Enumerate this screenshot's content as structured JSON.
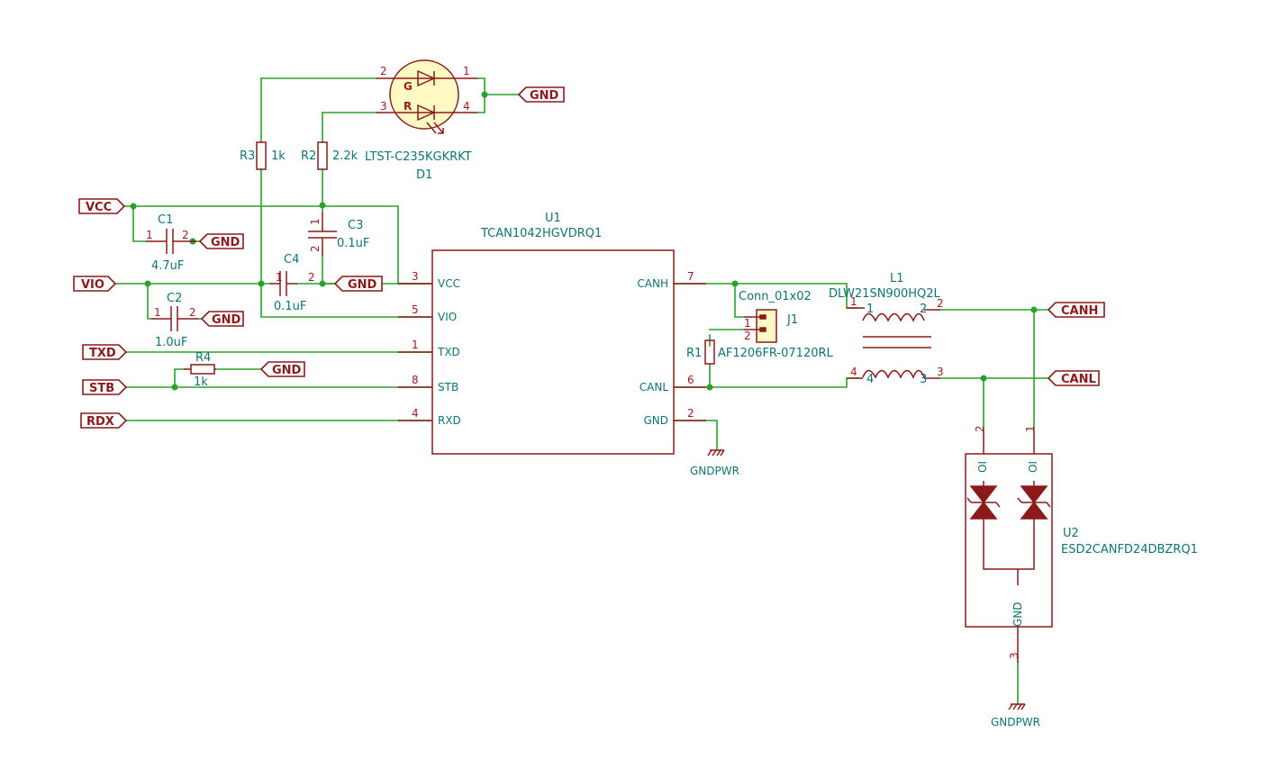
{
  "labels": {
    "vcc": "VCC",
    "vio": "VIO",
    "txd": "TXD",
    "stb": "STB",
    "rdx": "RDX",
    "gnd_d1": "GND",
    "gnd_c1": "GND",
    "gnd_c4": "GND",
    "gnd_c2": "GND",
    "gnd_r4": "GND",
    "canh": "CANH",
    "canl": "CANL"
  },
  "power": {
    "u1_gnd": "GNDPWR",
    "u2_gnd": "GNDPWR"
  },
  "d1": {
    "ref": "D1",
    "value": "LTST-C235KGKRKT",
    "g": "G",
    "r": "R",
    "pins": [
      "2",
      "1",
      "3",
      "4"
    ]
  },
  "r3": {
    "ref": "R3",
    "value": "1k"
  },
  "r2": {
    "ref": "R2",
    "value": "2.2k"
  },
  "c1": {
    "ref": "C1",
    "value": "4.7uF",
    "pins": [
      "1",
      "2"
    ]
  },
  "c2": {
    "ref": "C2",
    "value": "1.0uF",
    "pins": [
      "1",
      "2"
    ]
  },
  "c3": {
    "ref": "C3",
    "value": "0.1uF",
    "pins": [
      "1",
      "2"
    ]
  },
  "c4": {
    "ref": "C4",
    "value": "0.1uF",
    "pins": [
      "1",
      "2"
    ]
  },
  "r4": {
    "ref": "R4",
    "value": "1k"
  },
  "r1": {
    "ref": "R1",
    "value": "AF1206FR-07120RL"
  },
  "j1": {
    "ref": "J1",
    "value": "Conn_01x02",
    "pins": [
      "1",
      "2"
    ]
  },
  "u1": {
    "ref": "U1",
    "value": "TCAN1042HGVDRQ1",
    "left_pins": [
      {
        "num": "3",
        "name": "VCC"
      },
      {
        "num": "5",
        "name": "VIO"
      },
      {
        "num": "1",
        "name": "TXD"
      },
      {
        "num": "8",
        "name": "STB"
      },
      {
        "num": "4",
        "name": "RXD"
      }
    ],
    "right_pins": [
      {
        "num": "7",
        "name": "CANH"
      },
      {
        "num": "6",
        "name": "CANL"
      },
      {
        "num": "2",
        "name": "GND"
      }
    ]
  },
  "l1": {
    "ref": "L1",
    "value": "DLW21SN900HQ2L",
    "pins": [
      "1",
      "1",
      "2",
      "2",
      "4",
      "4",
      "3",
      "3"
    ]
  },
  "u2": {
    "ref": "U2",
    "value": "ESD2CANFD24DBZRQ1",
    "io1": "IO",
    "io2": "IO",
    "gnd": "GND",
    "pins": [
      "2",
      "1",
      "3"
    ]
  }
}
